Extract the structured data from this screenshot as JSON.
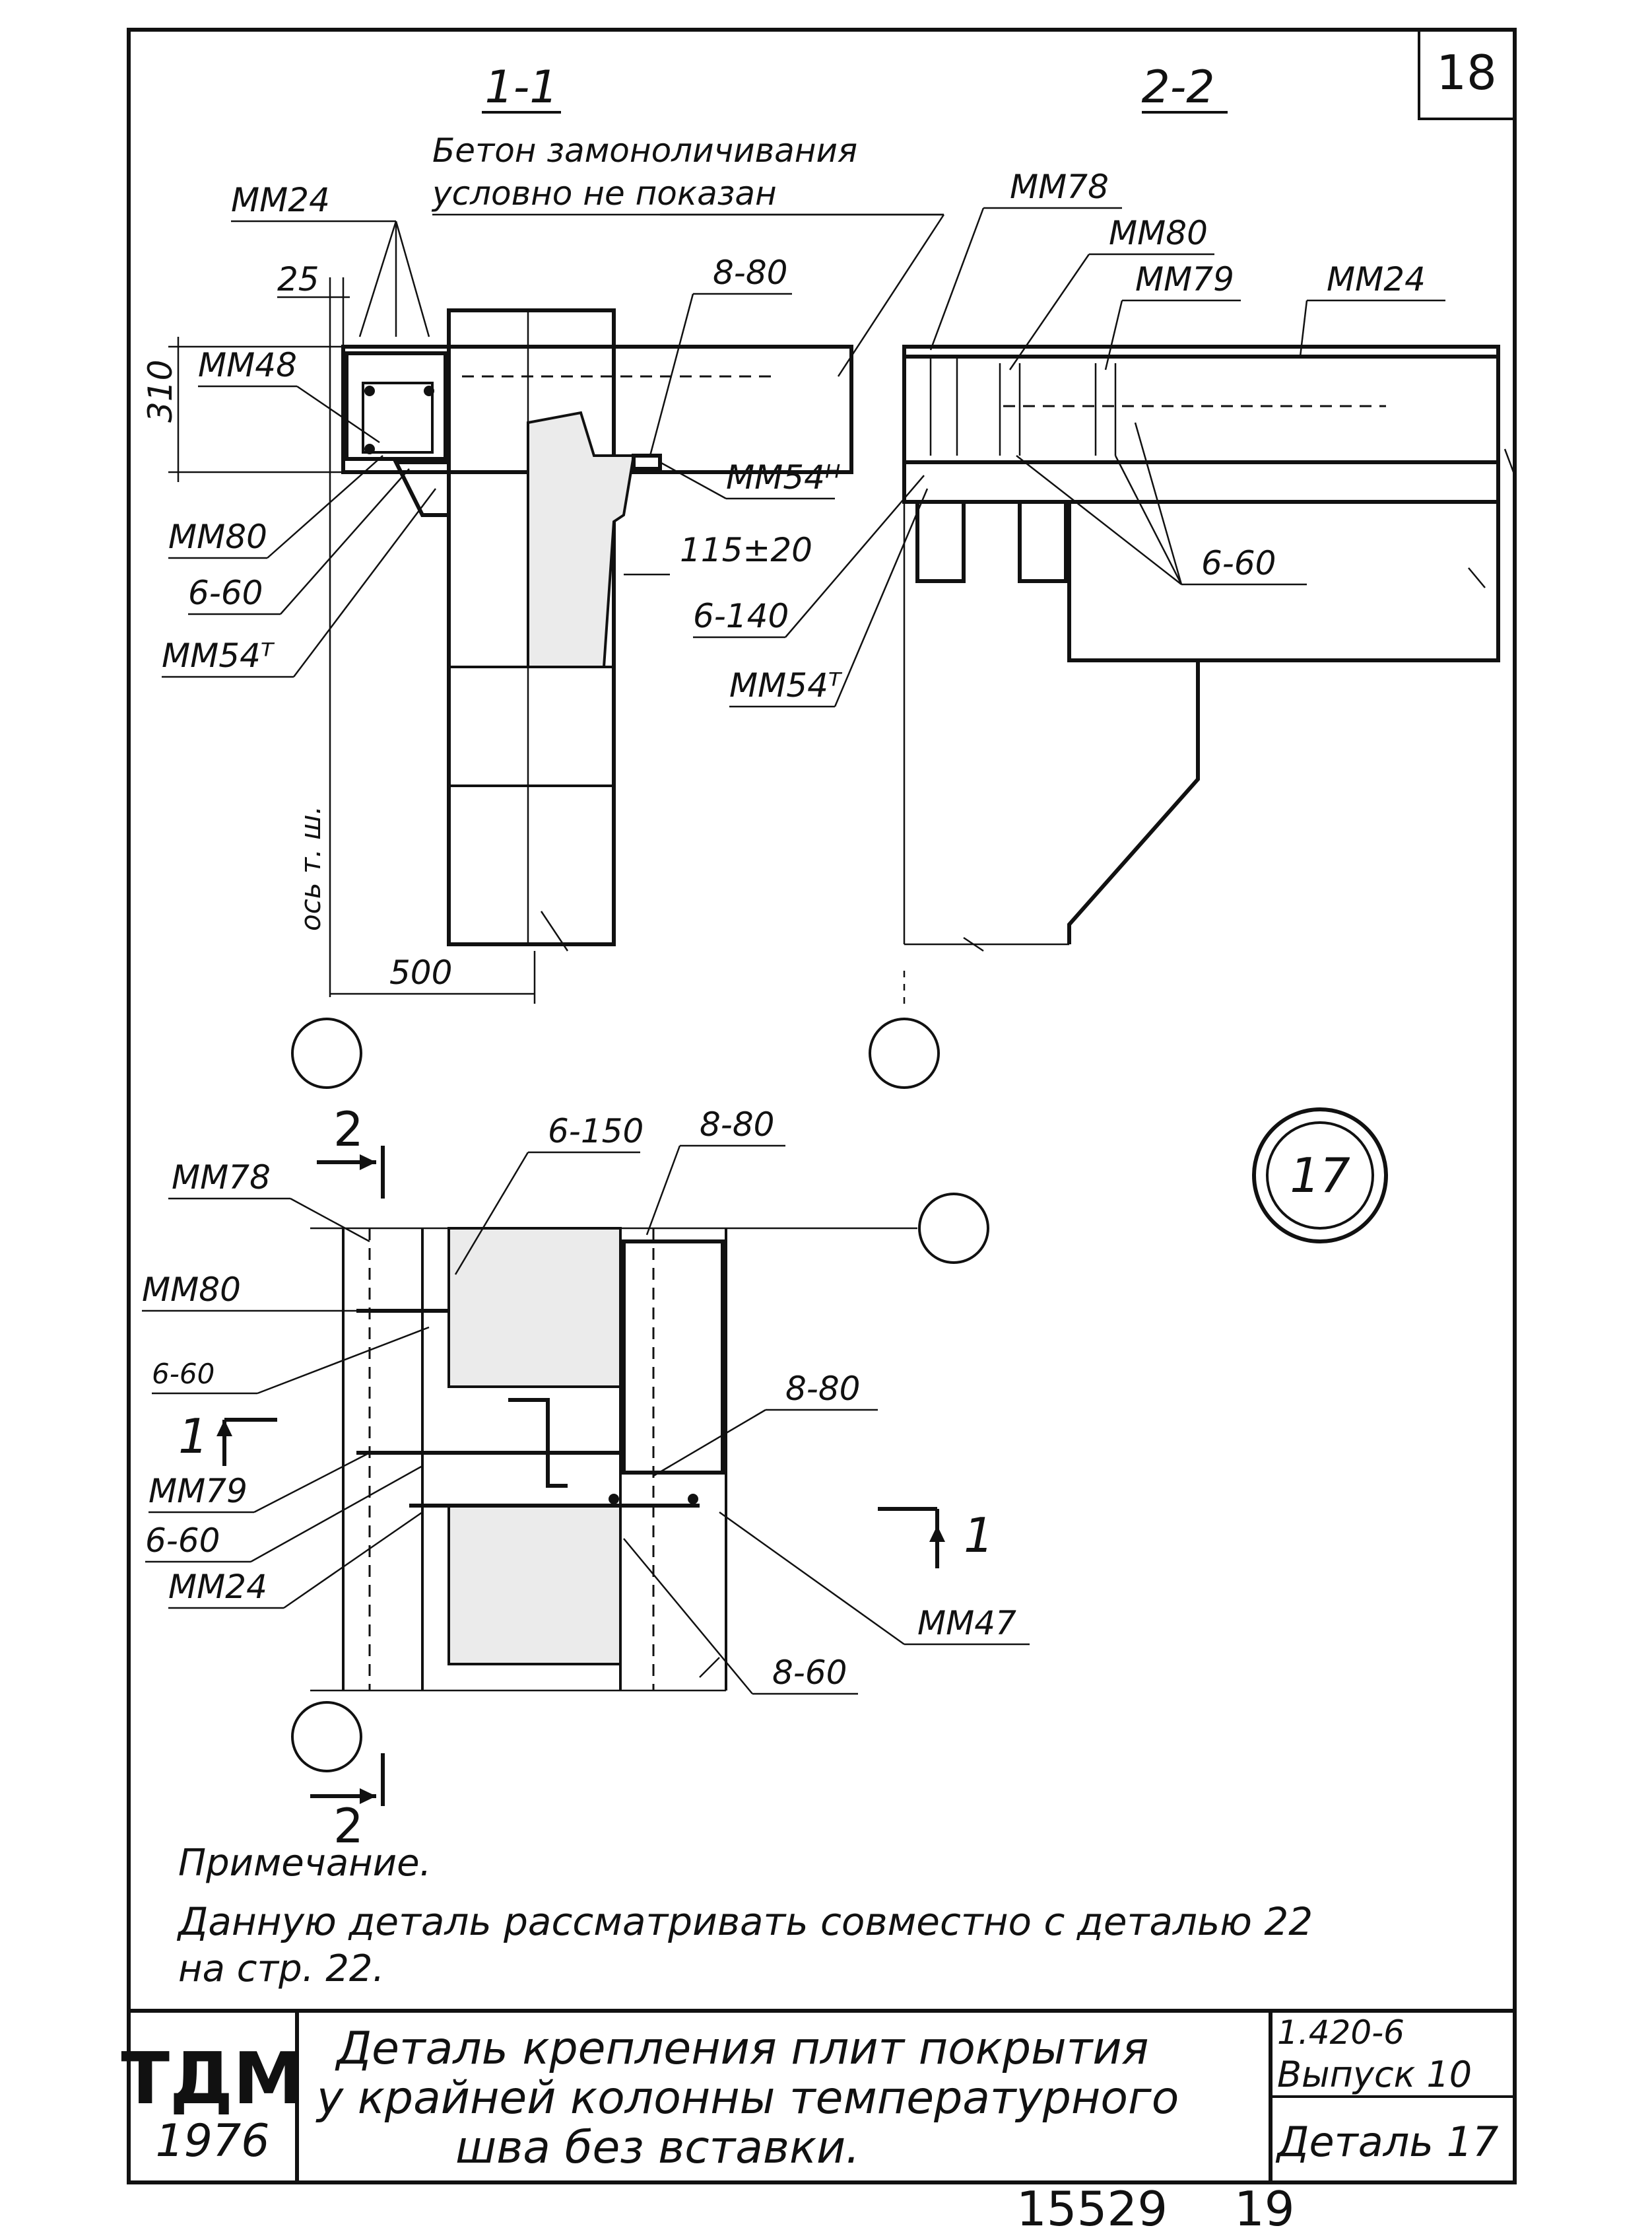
{
  "sheet_number": "18",
  "section_1_1": {
    "title": "1-1",
    "note_line1": "Бетон замоноличивания",
    "note_line2": "условно не показан",
    "labels": {
      "mm24": "ММ24",
      "dim25": "25",
      "mm48": "ММ48",
      "dim310": "310",
      "mm80": "ММ80",
      "w660": "6-60",
      "mm54t": "ММ54ᵀ",
      "w880": "8-80",
      "mm54n": "ММ54ᴴ",
      "dim115": "115±20",
      "w6140": "6-140",
      "axis": "ось т. ш.",
      "dim500": "500"
    }
  },
  "section_2_2": {
    "title": "2-2",
    "labels": {
      "mm78": "ММ78",
      "mm80": "ММ80",
      "mm79": "ММ79",
      "mm24": "ММ24",
      "w660": "6-60",
      "mm54t": "ММ54ᵀ"
    }
  },
  "plan": {
    "cut2_top": "2",
    "cut2_bottom": "2",
    "cut1_left": "1",
    "cut1_right": "1",
    "labels": {
      "mm78": "ММ78",
      "w6150": "6-150",
      "w880a": "8-80",
      "mm80": "ММ80",
      "w660a": "6-60",
      "w880b": "8-80",
      "mm79": "ММ79",
      "w660b": "6-60",
      "mm24": "ММ24",
      "mm47": "ММ47",
      "w860": "8-60"
    }
  },
  "detail_marker": "17",
  "note": {
    "heading": "Примечание.",
    "line1": "Данную деталь рассматривать совместно с деталью 22",
    "line2": "на стр. 22."
  },
  "title_block": {
    "org": "ТДМ",
    "year": "1976",
    "title_line1": "Деталь крепления плит покрытия",
    "title_line2": "у крайней колонны температурного",
    "title_line3": "шва без вставки.",
    "series": "1.420-6",
    "issue": "Выпуск 10",
    "detail": "Деталь 17"
  },
  "footer": {
    "number": "15529",
    "page": "19"
  }
}
